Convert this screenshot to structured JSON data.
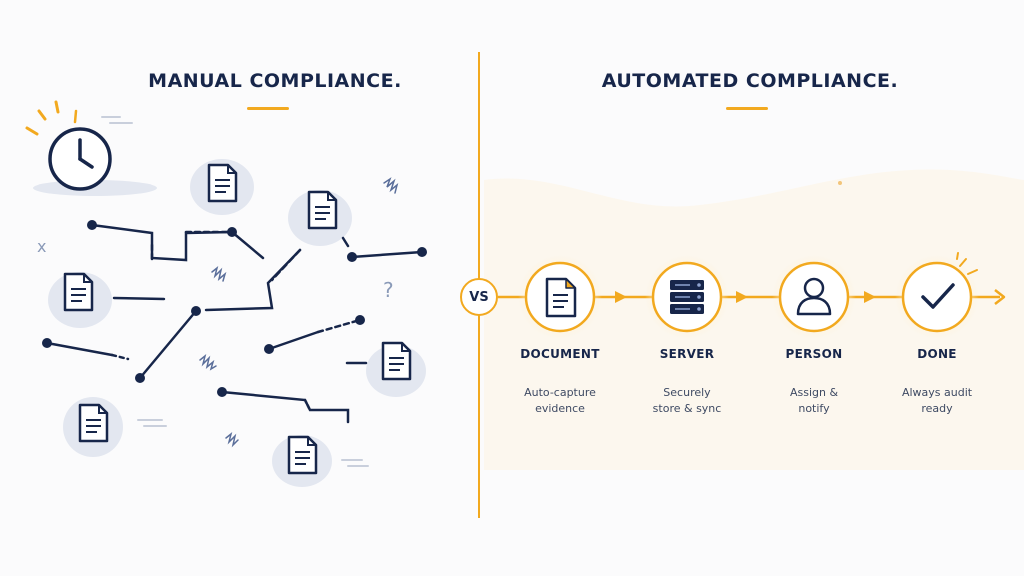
{
  "left_panel": {
    "title": "MANUAL COMPLIANCE."
  },
  "right_panel": {
    "title": "AUTOMATED COMPLIANCE."
  },
  "divider": {
    "label": "VS"
  },
  "steps": [
    {
      "label": "DOCUMENT",
      "description_lines": [
        "Auto-capture",
        "evidence"
      ],
      "icon": "document-icon"
    },
    {
      "label": "SERVER",
      "description_lines": [
        "Securely",
        "store & sync"
      ],
      "icon": "server-icon"
    },
    {
      "label": "PERSON",
      "description_lines": [
        "Assign &",
        "notify"
      ],
      "icon": "person-icon"
    },
    {
      "label": "DONE",
      "description_lines": [
        "Always audit",
        "ready"
      ],
      "icon": "checkmark-icon"
    }
  ],
  "decorations": {
    "question_mark": "?",
    "cross_mark": "x"
  },
  "colors": {
    "accent": "#f2a91f",
    "ink": "#17264a",
    "blob": "#e3e7f0"
  }
}
